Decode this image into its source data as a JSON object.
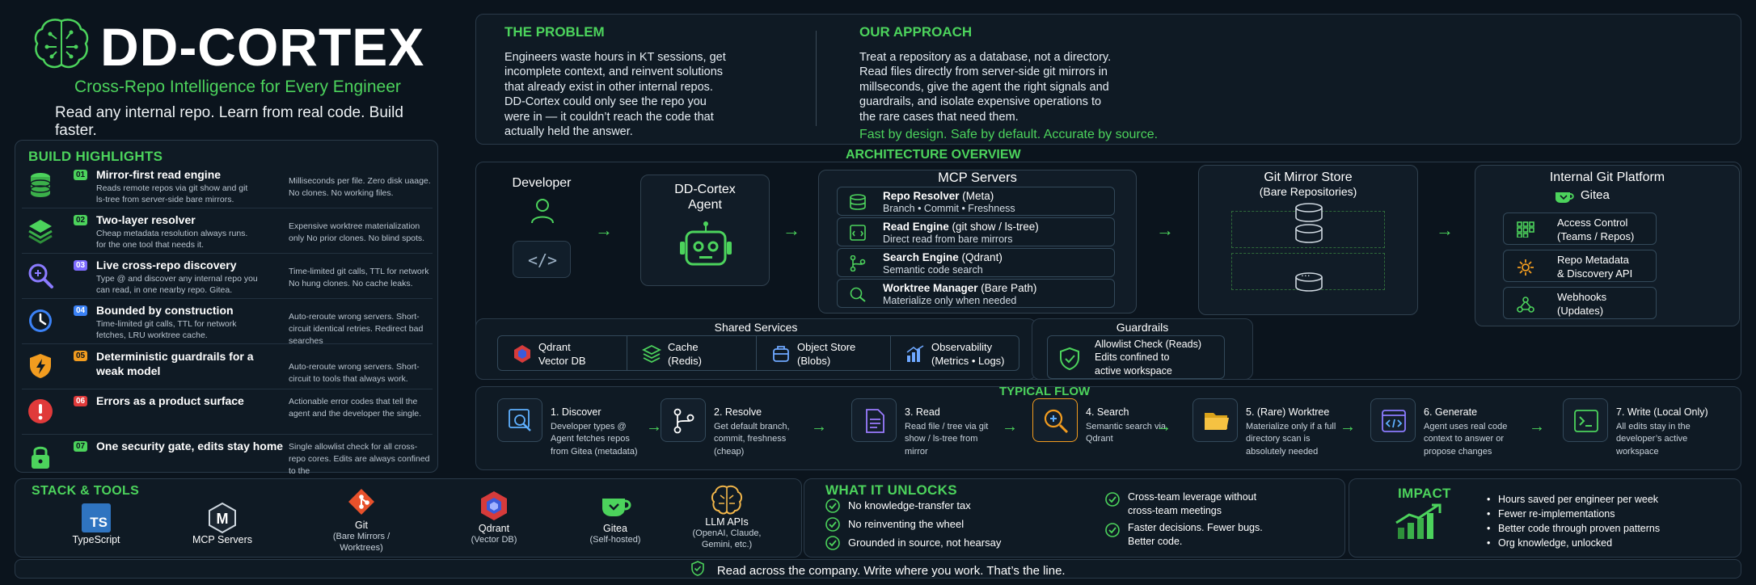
{
  "header": {
    "logo": "brain-circuit-icon",
    "title": "DD-CORTEX",
    "subtitle": "Cross-Repo Intelligence for Every Engineer",
    "tagline": "Read any internal repo.  Learn from real code.  Build faster."
  },
  "highlights": {
    "title": "BUILD HIGHLIGHTS",
    "items": [
      {
        "num": "01",
        "title": "Mirror-first read engine",
        "desc": "Reads remote repos via git show and git ls-tree from server-side bare mirrors.",
        "right": "Milliseconds per file. Zero disk uaage. No clones. No working files."
      },
      {
        "num": "02",
        "title": "Two-layer resolver",
        "desc": "Cheap metadata resolution always runs. for the one tool that needs it.",
        "right": "Expensive worktree materialization only No prior clones. No blind spots."
      },
      {
        "num": "03",
        "title": "Live cross-repo discovery",
        "desc": "Type @ and discover any internal repo you can read, in one nearby repo. Gitea.",
        "right": "Time-limited git calls, TTL for network No hung clones. No cache leaks."
      },
      {
        "num": "04",
        "title": "Bounded by construction",
        "desc": "Time-limited git calls, TTL for network fetches, LRU worktree cache.",
        "right": "Auto-reroute wrong servers. Short-circuit identical retries. Redirect bad searches"
      },
      {
        "num": "05",
        "title": "Deterministic guardrails for a weak model",
        "title2": "for a weak model",
        "desc": "",
        "right": "Auto-reroute wrong servers. Short-circuit to tools that always work."
      },
      {
        "num": "06",
        "title": "Errors as a product surface",
        "desc": "",
        "right": "Actionable error codes that tell the agent and the developer the single."
      },
      {
        "num": "07",
        "title": "One security gate, edits stay home",
        "desc": "",
        "right": "Single allowlist check for all cross-repo cores. Edits are always confined to the"
      }
    ]
  },
  "problem": {
    "title": "THE PROBLEM",
    "body": "Engineers waste hours in KT sessions, get\nincomplete context, and reinvent solutions\nthat already exist in other internal repos.\nDD-Cortex could only see the repo you\nwere in — it couldn’t reach the code that\nactually held the answer."
  },
  "approach": {
    "title": "OUR APPROACH",
    "body": "Treat a repository as a database, not a directory.\nRead files directly from server-side git mirrors in\nmillseconds, give the agent the right signals and\nguardrails, and isolate expensive operations to\nthe rare cases that need them.",
    "tagline": "Fast by design. Safe by default. Accurate by source."
  },
  "architecture": {
    "title": "ARCHITECTURE OVERVIEW",
    "developer": "Developer",
    "agent": [
      "DD-Cortex",
      "Agent"
    ],
    "mcp": {
      "title": "MCP Servers",
      "items": [
        {
          "name": "Repo Resolver",
          "extra": " (Meta)",
          "sub": "Branch • Commit • Freshness",
          "icon": "database-icon"
        },
        {
          "name": "Read Engine",
          "extra": " (git show / ls-tree)",
          "sub": "Direct read from bare mirrors",
          "icon": "code-file-icon"
        },
        {
          "name": "Search Engine",
          "extra": " (Qdrant)",
          "sub": "Semantic code search",
          "icon": "branch-icon"
        },
        {
          "name": "Worktree Manager",
          "extra": " (Bare Path)",
          "sub": "Materialize only when needed",
          "icon": "search-icon"
        }
      ]
    },
    "mirror": {
      "title": "Git Mirror Store",
      "sub": "(Bare Repositories)",
      "dots": "..."
    },
    "platform": {
      "title": "Internal Git Platform",
      "gitea": "Gitea",
      "items": [
        {
          "label": "Access Control\n(Teams / Repos)",
          "icon": "grid-icon"
        },
        {
          "label": "Repo Metadata\n& Discovery API",
          "icon": "gear-icon"
        },
        {
          "label": "Webhooks\n(Updates)",
          "icon": "webhook-icon"
        }
      ]
    }
  },
  "shared": {
    "title": "Shared Services",
    "items": [
      {
        "name": "Qdrant",
        "sub": "Vector DB",
        "icon": "qdrant-icon"
      },
      {
        "name": "Cache",
        "sub": "(Redis)",
        "icon": "layers-icon"
      },
      {
        "name": "Object Store",
        "sub": "(Blobs)",
        "icon": "box-icon"
      },
      {
        "name": "Observability",
        "sub": "(Metrics • Logs)",
        "icon": "bar-chart-icon"
      }
    ]
  },
  "guardrails": {
    "title": "Guardrails",
    "lines": [
      "Allowlist Check (Reads)",
      "Edits confined to",
      "active workspace"
    ]
  },
  "flow": {
    "title": "TYPICAL FLOW",
    "steps": [
      {
        "title": "1. Discover",
        "desc": "Developer types @ Agent fetches repos from Gitea (metadata)"
      },
      {
        "title": "2. Resolve",
        "desc": "Get default branch, commit, freshness (cheap)"
      },
      {
        "title": "3. Read",
        "desc": "Read file / tree via git show / ls-tree from mirror"
      },
      {
        "title": "4. Search",
        "desc": "Semantic search via Qdrant"
      },
      {
        "title": "5. (Rare) Worktree",
        "desc": "Materialize only if a full directory scan is absolutely needed"
      },
      {
        "title": "6. Generate",
        "desc": "Agent uses real code context to answer or propose changes"
      },
      {
        "title": "7. Write (Local Only)",
        "desc": "All edits stay in the developer’s active workspace"
      }
    ]
  },
  "stack": {
    "title": "STACK & TOOLS",
    "items": [
      {
        "label": "TypeScript",
        "sub": ""
      },
      {
        "label": "MCP Servers",
        "sub": ""
      },
      {
        "label": "Git",
        "sub": "(Bare Mirrors / Worktrees)"
      },
      {
        "label": "Qdrant",
        "sub": "(Vector DB)"
      },
      {
        "label": "Gitea",
        "sub": "(Self-hosted)"
      },
      {
        "label": "LLM APIs",
        "sub": "(OpenAI, Claude, Gemini, etc.)"
      }
    ],
    "ts_badge": "TS",
    "mcp_badge": "M"
  },
  "unlocks": {
    "title": "WHAT IT UNLOCKS",
    "left": [
      "No knowledge-transfer tax",
      "No reinventing the wheel",
      "Grounded in source, not hearsay"
    ],
    "right": [
      "Cross-team leverage without cross-team meetings",
      "Faster decisions. Fewer bugs. Better code."
    ]
  },
  "impact": {
    "title": "IMPACT",
    "items": [
      "Hours saved per engineer per week",
      "Fewer re-implementations",
      "Better code through proven patterns",
      "Org knowledge, unlocked"
    ]
  },
  "footer": "Read across the company.  Write where you work.  That’s the line.",
  "colors": {
    "accent": "#4cd35c",
    "bg": "#0b141d",
    "panel": "#0f1a24"
  }
}
